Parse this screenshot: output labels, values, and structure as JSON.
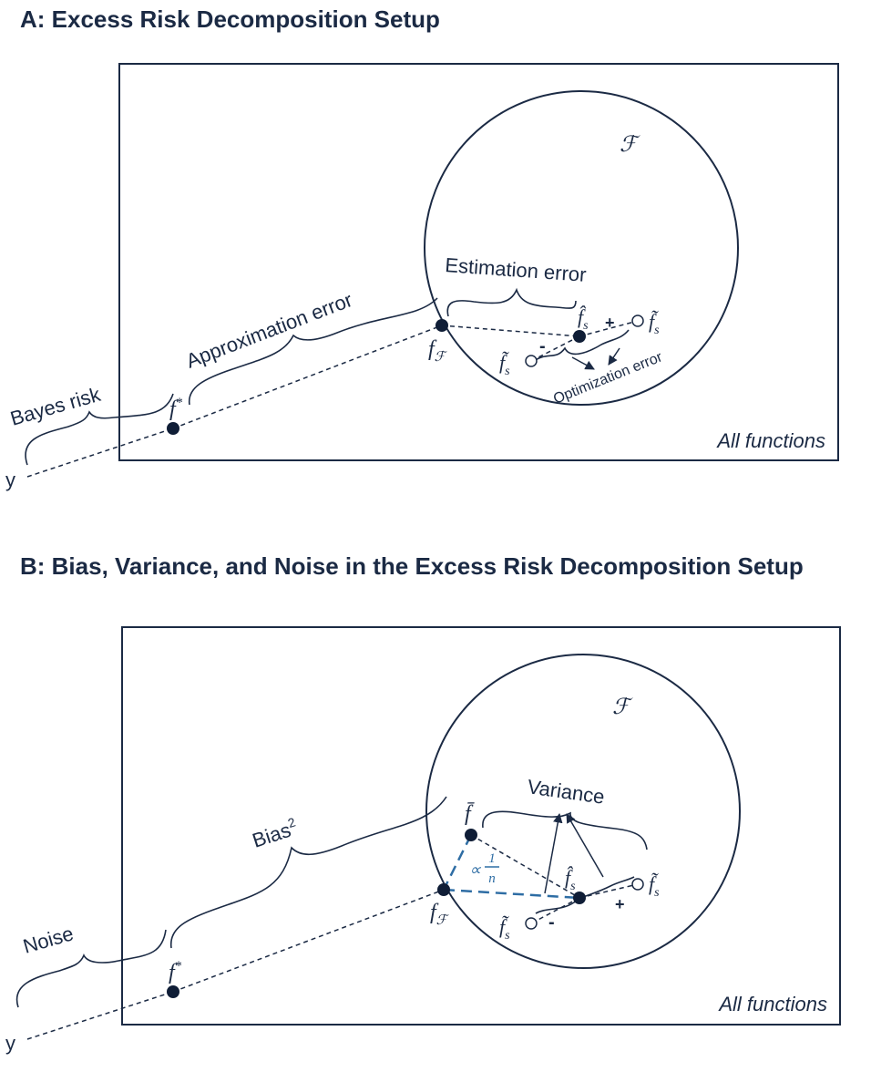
{
  "panel_a": {
    "title": "A: Excess Risk Decomposition Setup",
    "set_symbol": "ℱ",
    "estimation_error": "Estimation error",
    "approximation_error": "Approximation error",
    "bayes_risk": "Bayes risk",
    "optimization_error": "Optimization error",
    "all_functions": "All functions",
    "y_label": "y",
    "f_star": "f",
    "f_star_sup": "*",
    "f_F": "f",
    "f_F_sub": "ℱ",
    "f_hat": "f̂",
    "f_hat_sub": "s",
    "f_tilde": "f̃",
    "f_tilde_sub": "s",
    "plus": "+",
    "minus": "-"
  },
  "panel_b": {
    "title": "B: Bias, Variance, and Noise in the Excess Risk Decomposition Setup",
    "set_symbol": "ℱ",
    "variance": "Variance",
    "bias": "Bias",
    "bias_sup": "2",
    "noise": "Noise",
    "all_functions": "All functions",
    "y_label": "y",
    "f_bar": "f̄",
    "f_star": "f",
    "f_star_sup": "*",
    "f_F": "f",
    "f_F_sub": "ℱ",
    "f_hat": "f̂",
    "f_hat_sub": "s",
    "f_tilde": "f̃",
    "f_tilde_sub": "s",
    "proportional": "∝",
    "frac_num": "1",
    "frac_den": "n",
    "plus": "+",
    "minus": "-"
  }
}
